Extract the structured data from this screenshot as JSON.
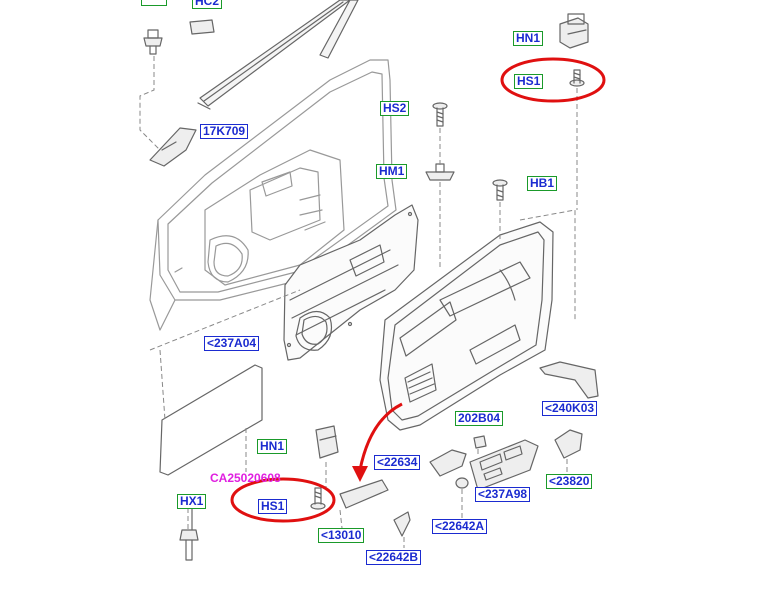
{
  "diagram": {
    "colors": {
      "line": "#666666",
      "dash": "#888888",
      "green_border": "#1a9a2a",
      "blue_border": "#1b2bd0",
      "text": "#1b2bd0",
      "highlight": "#e01010",
      "caption": "#e020e0"
    },
    "caption": "CA25020608",
    "labels": {
      "hc2": "HC2",
      "hn1_top": "HN1",
      "hs1_top": "HS1",
      "l17k709": "17K709",
      "hs2": "HS2",
      "hm1": "HM1",
      "hb1": "HB1",
      "l237a04": "<237A04",
      "l240k03": "<240K03",
      "l202b04": "202B04",
      "hn1_bottom": "HN1",
      "l22634": "<22634",
      "l23820": "<23820",
      "l237a98": "<237A98",
      "hx1": "HX1",
      "hs1_bottom": "HS1",
      "l13010": "<13010",
      "l22642a": "<22642A",
      "l22642b": "<22642B"
    }
  }
}
